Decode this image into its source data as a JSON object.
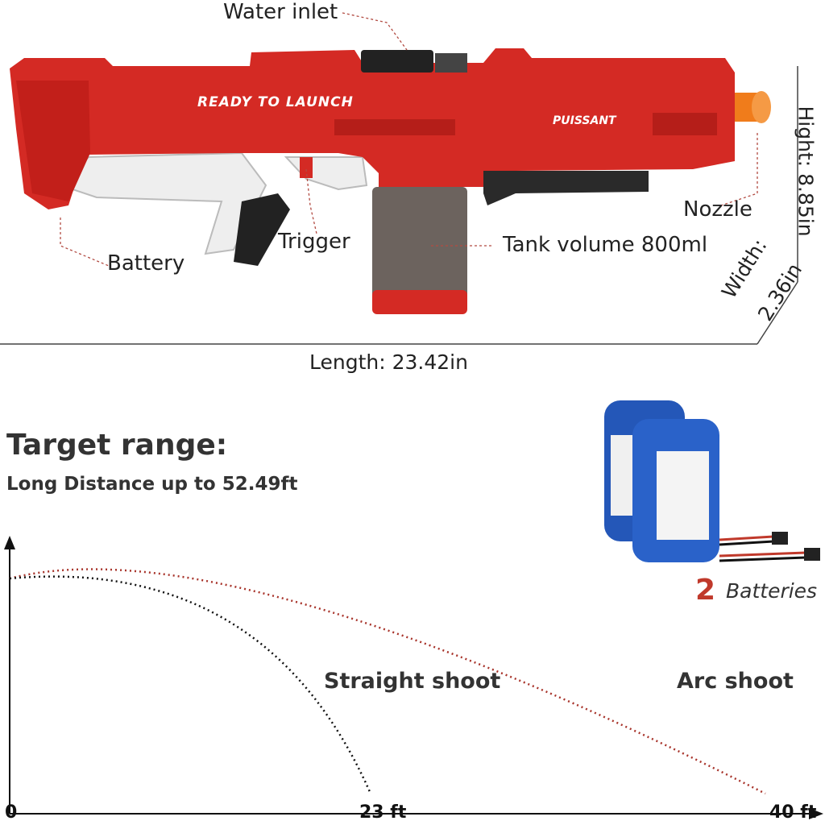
{
  "product": {
    "barrel_text": "READY TO LAUNCH",
    "brand": "PUISSANT"
  },
  "callouts": {
    "water_inlet": "Water inlet",
    "battery": "Battery",
    "trigger": "Trigger",
    "tank": "Tank volume 800ml",
    "nozzle": "Nozzle"
  },
  "dimensions": {
    "height": "Hight: 8.85in",
    "width_label": "Width:",
    "width_value": "2.36in",
    "length": "Length: 23.42in"
  },
  "range": {
    "title": "Target range:",
    "subtitle": "Long Distance up to 52.49ft",
    "straight_label": "Straight shoot",
    "arc_label": "Arc shoot",
    "ticks": [
      "0",
      "23 ft",
      "40 ft"
    ]
  },
  "batteries": {
    "count": "2",
    "label": "Batteries"
  },
  "colors": {
    "gun_red": "#d42a24",
    "gun_white": "#eeeeee",
    "tank_smoke": "#5c524d",
    "nozzle_orange": "#f07c1b",
    "battery_blue": "#2457b8",
    "arc_red": "#a8342b"
  }
}
